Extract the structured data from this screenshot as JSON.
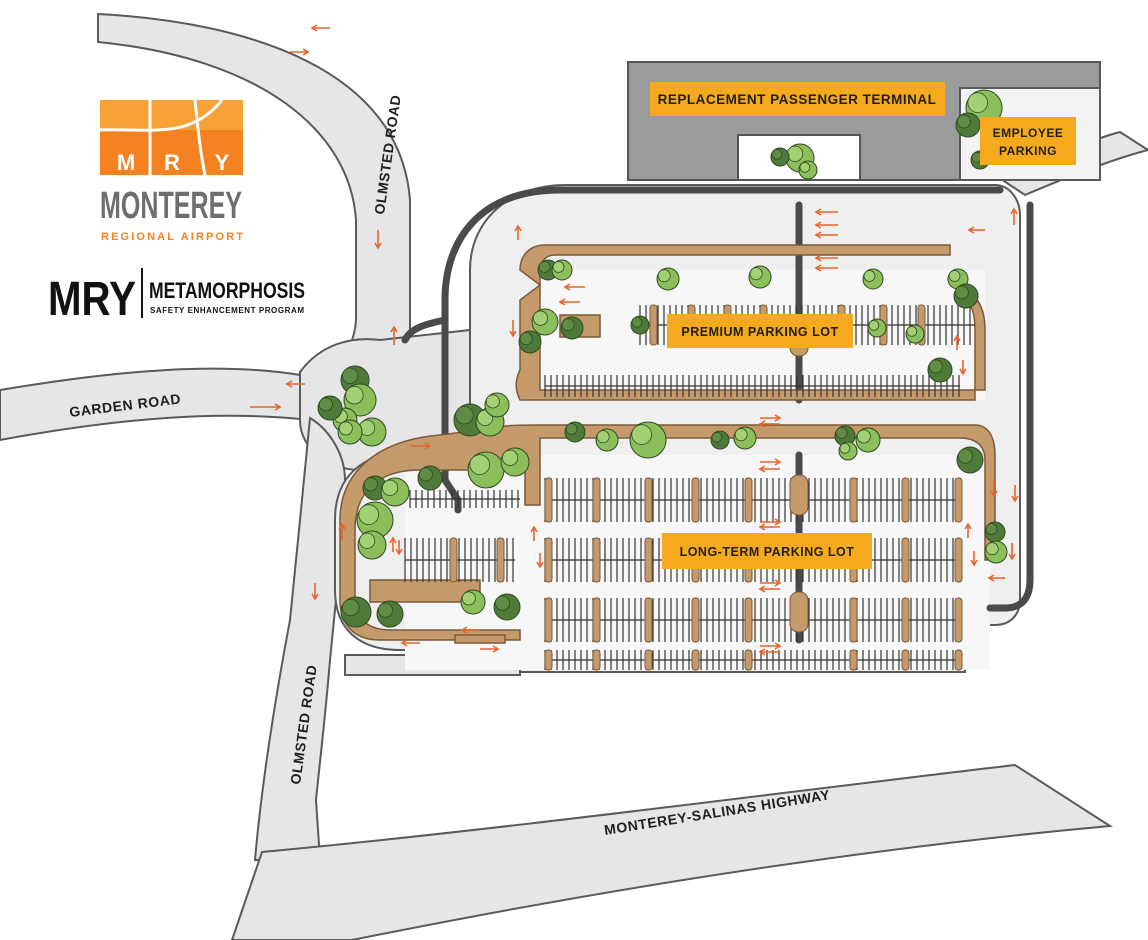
{
  "logo": {
    "airport_letters": [
      "M",
      "R",
      "Y"
    ],
    "airport_name": "MONTEREY",
    "airport_sub": "REGIONAL AIRPORT",
    "program_code": "MRY",
    "program_name": "METAMORPHOSIS",
    "program_sub": "SAFETY ENHANCEMENT PROGRAM"
  },
  "labels": {
    "terminal": "REPLACEMENT PASSENGER TERMINAL",
    "employee_line1": "EMPLOYEE",
    "employee_line2": "PARKING",
    "premium": "PREMIUM PARKING LOT",
    "long_term": "LONG-TERM PARKING LOT"
  },
  "roads": {
    "olmsted_north": "OLMSTED ROAD",
    "olmsted_south": "OLMSTED ROAD",
    "garden": "GARDEN ROAD",
    "highway": "MONTEREY-SALINAS HIGHWAY"
  },
  "colors": {
    "road": "#e6e6e8",
    "road_edge": "#5a5a5a",
    "parking": "#f2f2f2",
    "median": "#c59a6b",
    "tree_dark": "#4f7a3a",
    "tree_light": "#8cbf5c",
    "label_bg": "#f5a91c",
    "arrow": "#e8642a",
    "terminal": "#9a9b9d",
    "logo_orange": "#f58220",
    "logo_gray": "#6d6e70"
  }
}
